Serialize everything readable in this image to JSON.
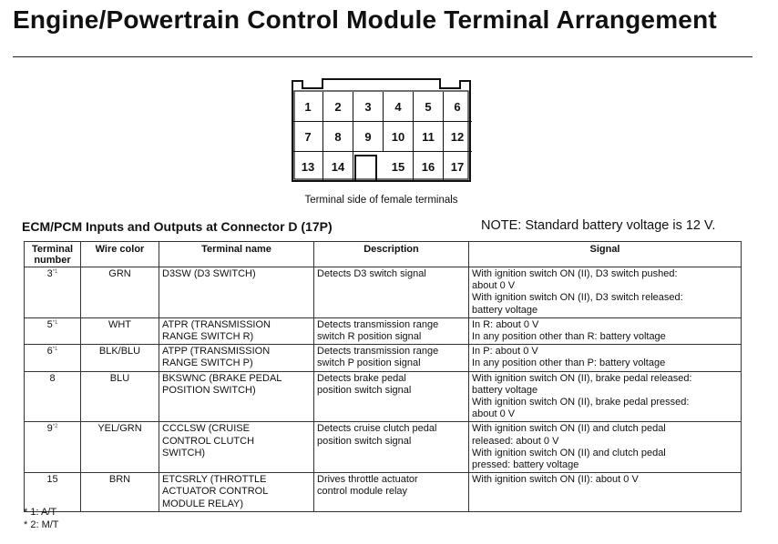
{
  "title": "Engine/Powertrain Control Module Terminal Arrangement",
  "connector": {
    "pins": [
      "1",
      "2",
      "3",
      "4",
      "5",
      "6",
      "7",
      "8",
      "9",
      "10",
      "11",
      "12",
      "13",
      "14",
      "15",
      "16",
      "17"
    ],
    "caption": "Terminal side of female terminals"
  },
  "section": {
    "heading": "ECM/PCM Inputs and Outputs at Connector D  (17P)",
    "note": "NOTE: Standard battery voltage is 12 V."
  },
  "table": {
    "headers": {
      "terminal_line1": "Terminal",
      "terminal_line2": "number",
      "wire_color": "Wire color",
      "terminal_name": "Terminal name",
      "description": "Description",
      "signal": "Signal"
    },
    "rows": [
      {
        "terminal": "3",
        "mark": "*1",
        "wire": "GRN",
        "name": [
          "D3SW (D3 SWITCH)"
        ],
        "desc": [
          "Detects D3 switch signal"
        ],
        "signal": [
          "With ignition switch ON (II), D3 switch pushed:",
          "about 0 V",
          "With ignition switch ON (II), D3 switch released:",
          "battery voltage"
        ]
      },
      {
        "terminal": "5",
        "mark": "*1",
        "wire": "WHT",
        "name": [
          "ATPR (TRANSMISSION",
          "RANGE SWITCH R)"
        ],
        "desc": [
          "Detects transmission range",
          "switch R position signal"
        ],
        "signal": [
          "In R: about 0 V",
          "In any position other than R: battery voltage"
        ]
      },
      {
        "terminal": "6",
        "mark": "*1",
        "wire": "BLK/BLU",
        "name": [
          "ATPP (TRANSMISSION",
          "RANGE SWITCH P)"
        ],
        "desc": [
          "Detects transmission range",
          "switch P position signal"
        ],
        "signal": [
          "In P: about 0 V",
          "In any position other than P: battery voltage"
        ]
      },
      {
        "terminal": "8",
        "mark": "",
        "wire": "BLU",
        "name": [
          "BKSWNC (BRAKE PEDAL",
          "POSITION SWITCH)"
        ],
        "desc": [
          "Detects brake pedal",
          "position switch signal"
        ],
        "signal": [
          "With ignition switch ON (II), brake pedal released:",
          "battery voltage",
          "With ignition switch ON (II), brake pedal pressed:",
          "about 0 V"
        ]
      },
      {
        "terminal": "9",
        "mark": "*2",
        "wire": "YEL/GRN",
        "name": [
          "CCCLSW (CRUISE",
          "CONTROL CLUTCH",
          "SWITCH)"
        ],
        "desc": [
          "Detects cruise clutch pedal",
          "position switch signal"
        ],
        "signal": [
          "With ignition switch ON (II) and clutch pedal",
          "released: about 0 V",
          "With ignition switch ON (II) and clutch pedal",
          "pressed: battery voltage"
        ]
      },
      {
        "terminal": "15",
        "mark": "",
        "wire": "BRN",
        "name": [
          "ETCSRLY (THROTTLE",
          "ACTUATOR CONTROL",
          "MODULE RELAY)"
        ],
        "desc": [
          "Drives throttle actuator",
          "control module relay"
        ],
        "signal": [
          "With ignition switch ON (II): about 0 V"
        ]
      }
    ]
  },
  "footnotes": [
    "* 1: A/T",
    "* 2: M/T"
  ]
}
